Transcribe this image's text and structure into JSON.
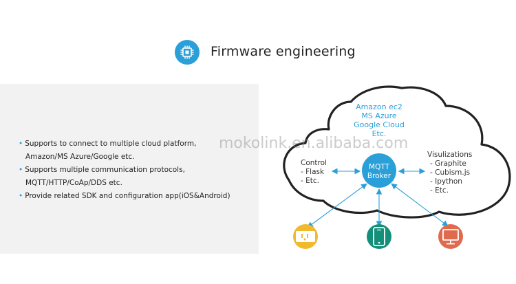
{
  "header": {
    "title": "Firmware engineering",
    "icon": "chip-icon",
    "accent": "#2a9fd8"
  },
  "features": [
    {
      "text": "Supports to connect to multiple cloud platform,",
      "bullet": true
    },
    {
      "text": "Amazon/MS Azure/Google etc.",
      "bullet": false
    },
    {
      "text": "Supports multiple communication protocols,",
      "bullet": true
    },
    {
      "text": "MQTT/HTTP/CoAp/DDS etc.",
      "bullet": false
    },
    {
      "text": "Provide related SDK and configuration app(iOS&Android)",
      "bullet": true
    }
  ],
  "diagram": {
    "cloud_services": [
      "Amazon ec2",
      "MS Azure",
      "Google Cloud",
      "Etc."
    ],
    "control": [
      "Control",
      "- Flask",
      "- Etc."
    ],
    "broker": [
      "MQTT",
      "Broker"
    ],
    "visualizations": [
      "Visulizations",
      "- Graphite",
      "- Cubism.js",
      "- Ipython",
      "- Etc."
    ],
    "devices": [
      {
        "icon": "smart-plug-icon",
        "color": "#f0b92e"
      },
      {
        "icon": "smartphone-icon",
        "color": "#14907a"
      },
      {
        "icon": "monitor-icon",
        "color": "#e06a4e"
      }
    ]
  },
  "watermark": "mokolink.en.alibaba.com"
}
